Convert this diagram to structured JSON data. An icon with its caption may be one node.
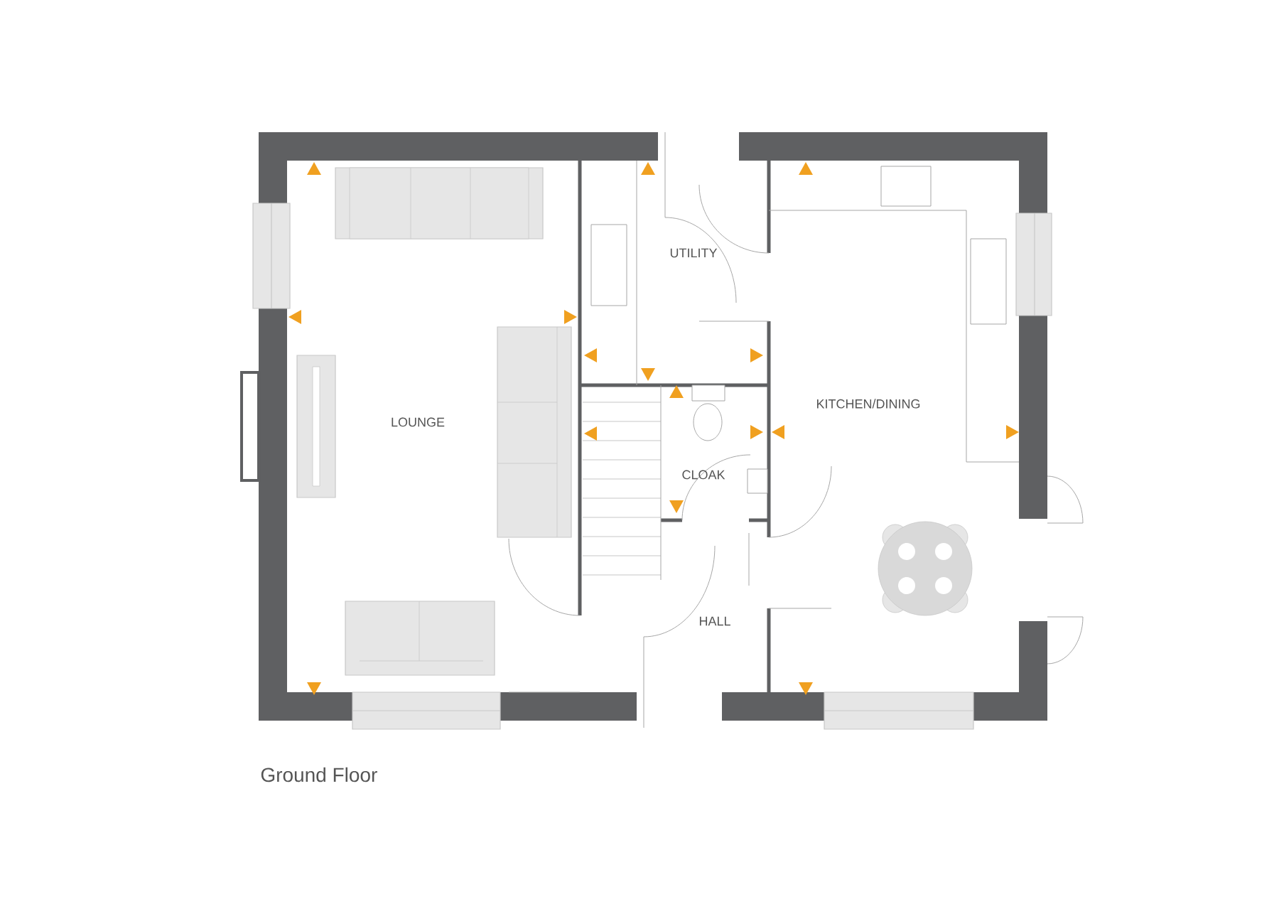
{
  "diagram": {
    "title": "Ground Floor",
    "labels": [
      "UTILITY",
      "LOUNGE",
      "KITCHEN/DINING",
      "CLOAK",
      "HALL"
    ]
  }
}
